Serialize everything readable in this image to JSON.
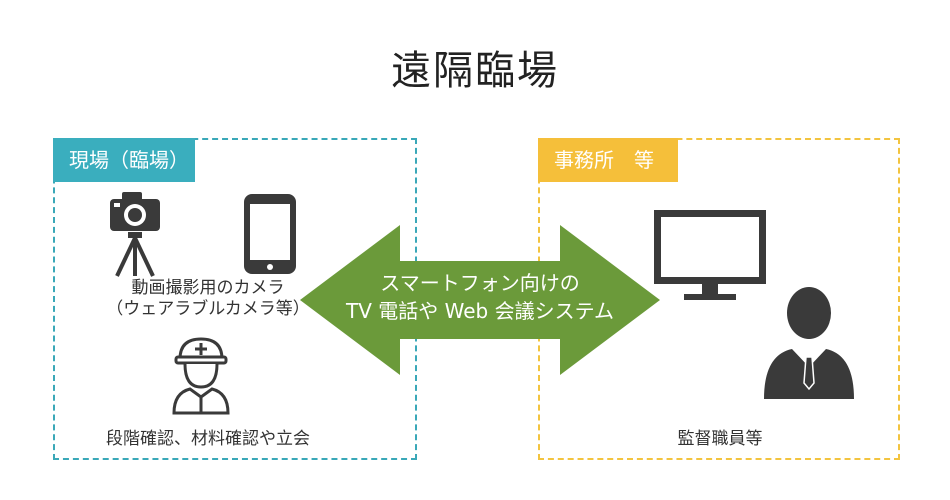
{
  "title": "遠隔臨場",
  "left_panel": {
    "label": "現場（臨場）",
    "camera_caption_line1": "動画撮影用のカメラ",
    "camera_caption_line2": "（ウェアラブルカメラ等）",
    "worker_caption": "段階確認、材料確認や立会"
  },
  "right_panel": {
    "label": "事務所　等",
    "supervisor_caption": "監督職員等"
  },
  "arrow": {
    "line1": "スマートフォン向けの",
    "line2": "TV 電話や Web 会議システム"
  },
  "colors": {
    "teal": "#3aaebe",
    "yellow": "#f5bf3a",
    "green": "#6b9a3a",
    "icon": "#3a3a3a"
  },
  "icons": [
    "camera-icon",
    "tripod-icon",
    "smartphone-icon",
    "worker-icon",
    "monitor-icon",
    "supervisor-icon"
  ]
}
